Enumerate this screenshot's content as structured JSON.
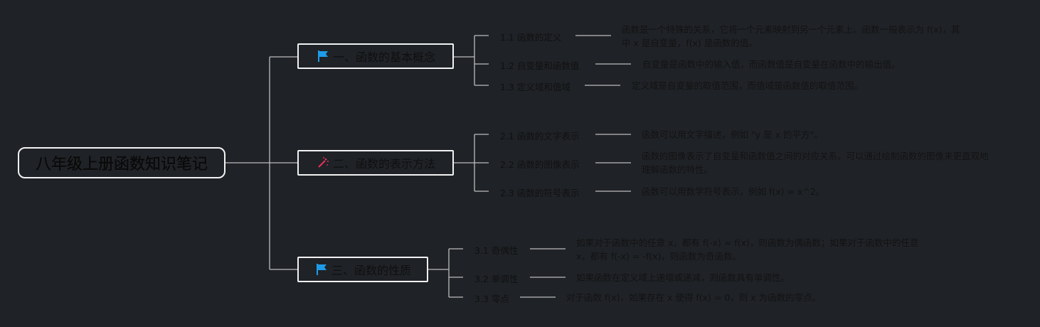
{
  "root": {
    "title": "八年级上册函数知识笔记"
  },
  "branches": [
    {
      "label": "一、函数的基本概念",
      "icon": "flag-icon",
      "items": [
        {
          "label": "1.1 函数的定义",
          "desc": "函数是一个特殊的关系，它将一个元素映射到另一个元素上。函数一般表示为 f(x)，其中 x 是自变量，f(x) 是函数的值。"
        },
        {
          "label": "1.2 自变量和函数值",
          "desc": "自变量是函数中的输入值，而函数值是自变量在函数中的输出值。"
        },
        {
          "label": "1.3 定义域和值域",
          "desc": "定义域是自变量的取值范围，而值域是函数值的取值范围。"
        }
      ]
    },
    {
      "label": "二、函数的表示方法",
      "icon": "magic-wand-icon",
      "items": [
        {
          "label": "2.1 函数的文字表示",
          "desc": "函数可以用文字描述，例如 \"y 是 x 的平方\"。"
        },
        {
          "label": "2.2 函数的图像表示",
          "desc": "函数的图像表示了自变量和函数值之间的对应关系。可以通过绘制函数的图像来更直观地理解函数的特性。"
        },
        {
          "label": "2.3 函数的符号表示",
          "desc": "函数可以用数学符号表示，例如 f(x) = x^2。"
        }
      ]
    },
    {
      "label": "三、函数的性质",
      "icon": "flag-icon",
      "items": [
        {
          "label": "3.1 奇偶性",
          "desc": "如果对于函数中的任意 x，都有 f(-x) = f(x)，则函数为偶函数；如果对于函数中的任意 x，都有 f(-x) = -f(x)，则函数为奇函数。"
        },
        {
          "label": "3.2 单调性",
          "desc": "如果函数在定义域上递增或递减，则函数具有单调性。"
        },
        {
          "label": "3.3 零点",
          "desc": "对于函数 f(x)，如果存在 x 使得 f(x) = 0，则 x 为函数的零点。"
        }
      ]
    }
  ],
  "colors": {
    "background": "#1f2227",
    "line": "#bdbdbd",
    "flag": "#1e9be8",
    "wand": "#e5335b"
  }
}
